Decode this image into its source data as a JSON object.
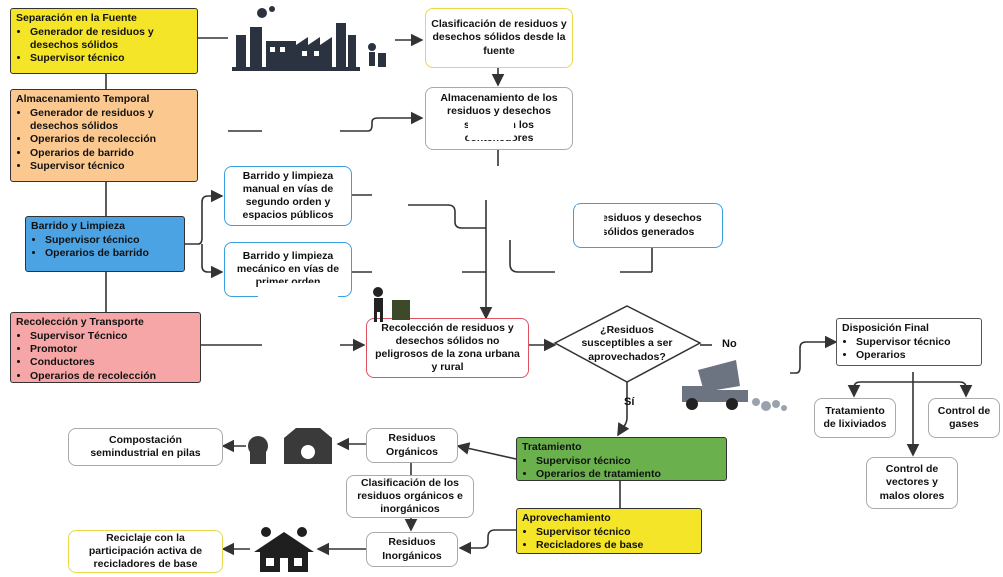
{
  "phases": {
    "separacion": {
      "title": "Separación en la Fuente",
      "items": [
        "Generador de residuos y desechos sólidos",
        "Supervisor técnico"
      ]
    },
    "almacenamiento": {
      "title": "Almacenamiento Temporal",
      "items": [
        "Generador de residuos y desechos sólidos",
        "Operarios de recolección",
        "Operarios de barrido",
        "Supervisor técnico"
      ]
    },
    "barrido": {
      "title": "Barrido y Limpieza",
      "items": [
        "Supervisor técnico",
        "Operarios de barrido"
      ]
    },
    "recoleccion": {
      "title": "Recolección y Transporte",
      "items": [
        "Supervisor Técnico",
        "Promotor",
        "Conductores",
        "Operarios de recolección"
      ]
    },
    "tratamiento": {
      "title": "Tratamiento",
      "items": [
        "Supervisor técnico",
        "Operarios de tratamiento"
      ]
    },
    "aprovechamiento": {
      "title": "Aprovechamiento",
      "items": [
        "Supervisor técnico",
        "Recicladores de base"
      ]
    },
    "disposicion": {
      "title": "Disposición Final",
      "items": [
        "Supervisor técnico",
        "Operarios"
      ]
    }
  },
  "process": {
    "clasificacion_fuente": "Clasificación de residuos y desechos sólidos desde la fuente",
    "almacenamiento_res": "Almacenamiento de los residuos y desechos sólidos en los contenedores",
    "barrido_manual": "Barrido y limpieza manual en vías de segundo orden y espacios públicos",
    "barrido_mecanico": "Barrido y limpieza mecánico en vías de primer orden",
    "residuos_generados": "Residuos y desechos sólidos generados",
    "recoleccion_res": "Recolección de residuos y desechos sólidos no peligrosos de la zona urbana y rural",
    "decision": "¿Residuos susceptibles a ser aprovechados?",
    "organicos": "Residuos Orgánicos",
    "clasificacion_org": "Clasificación de los residuos orgánicos e inorgánicos",
    "inorganicos": "Residuos Inorgánicos",
    "compostacion": "Compostación semindustrial en pilas",
    "reciclaje": "Reciclaje con la participación activa de recicladores de base",
    "lixiviados": "Tratamiento de lixiviados",
    "gases": "Control de gases",
    "vectores": "Control de vectores y malos olores"
  },
  "labels": {
    "no": "No",
    "si": "Sí"
  },
  "colors": {
    "yellow": "#f5e528",
    "orange": "#fbc990",
    "blue": "#4ba3e3",
    "red": "#f6a6a6",
    "green": "#6ab04c",
    "line": "#333333"
  }
}
